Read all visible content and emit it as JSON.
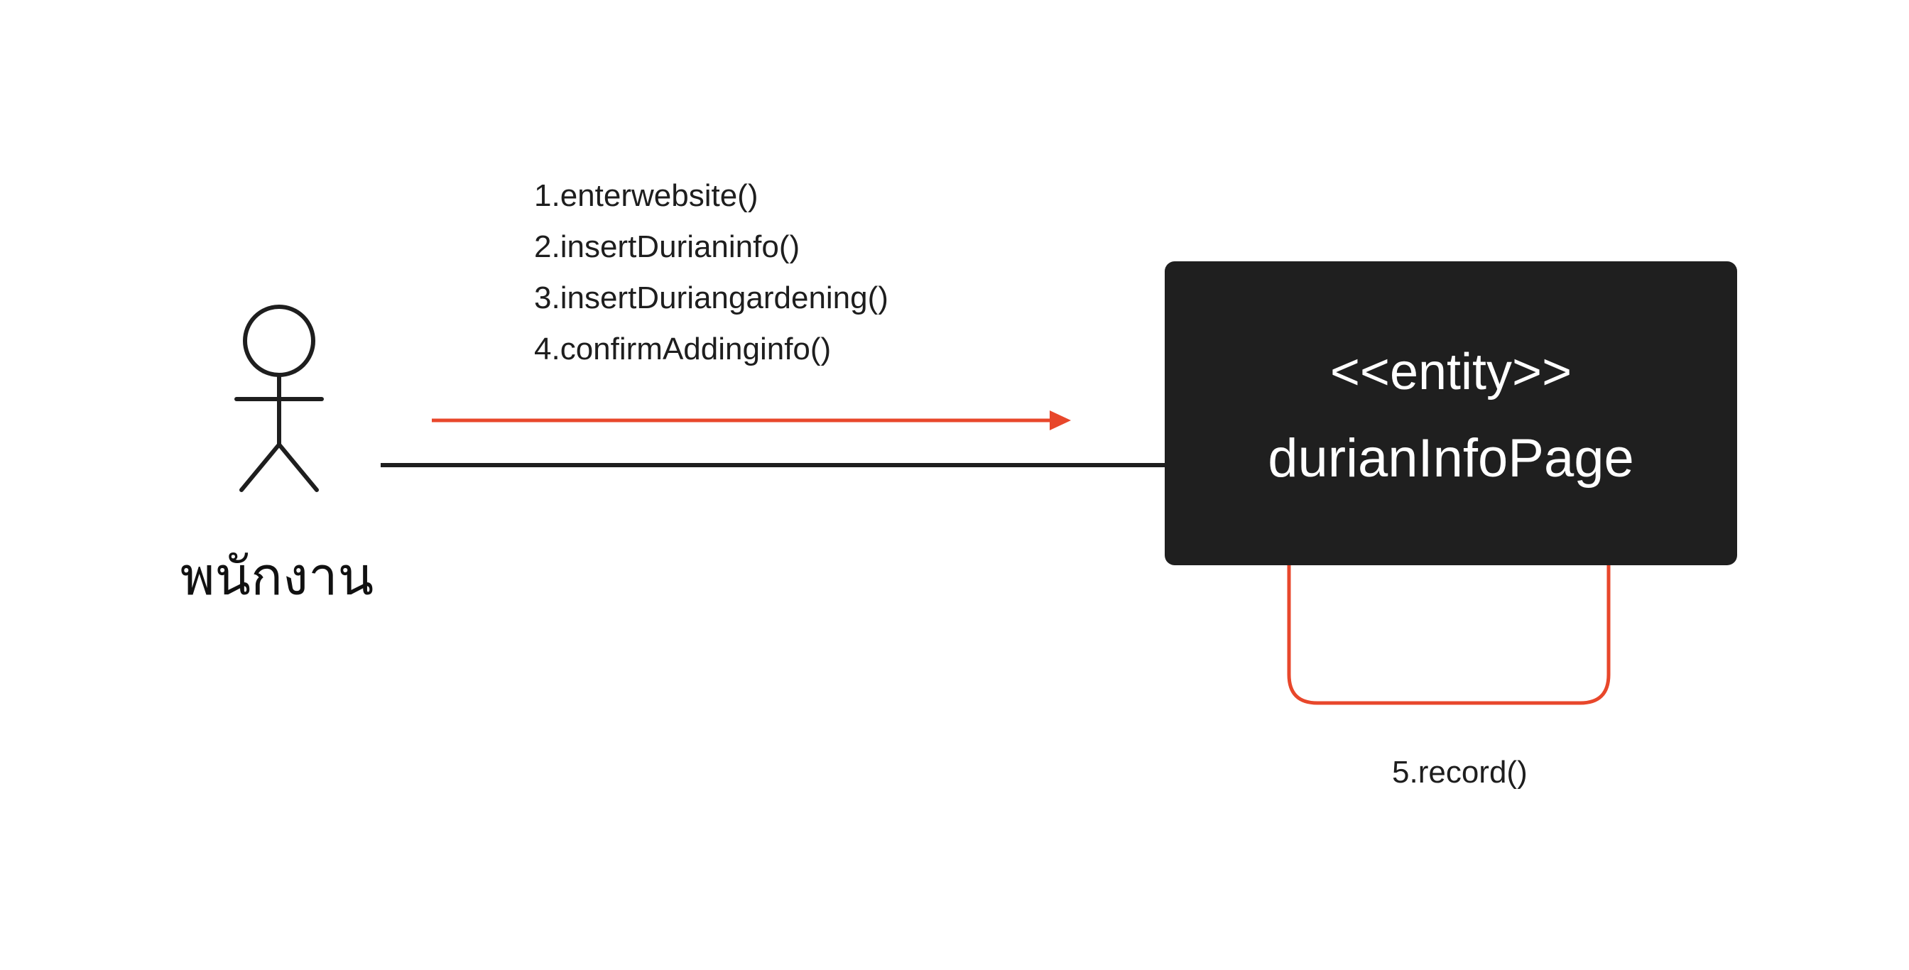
{
  "actor": {
    "label": "พนักงาน"
  },
  "messages": [
    {
      "label": "1.enterwebsite()"
    },
    {
      "label": "2.insertDurianinfo()"
    },
    {
      "label": "3.insertDuriangardening()"
    },
    {
      "label": "4.confirmAddinginfo()"
    }
  ],
  "entity": {
    "stereotype": "<<entity>>",
    "name": "durianInfoPage"
  },
  "self_message": {
    "label": "5.record()"
  },
  "colors": {
    "arrow": "#e8472b",
    "entity_fill": "#1f1f1f",
    "line": "#1e1e1e"
  }
}
